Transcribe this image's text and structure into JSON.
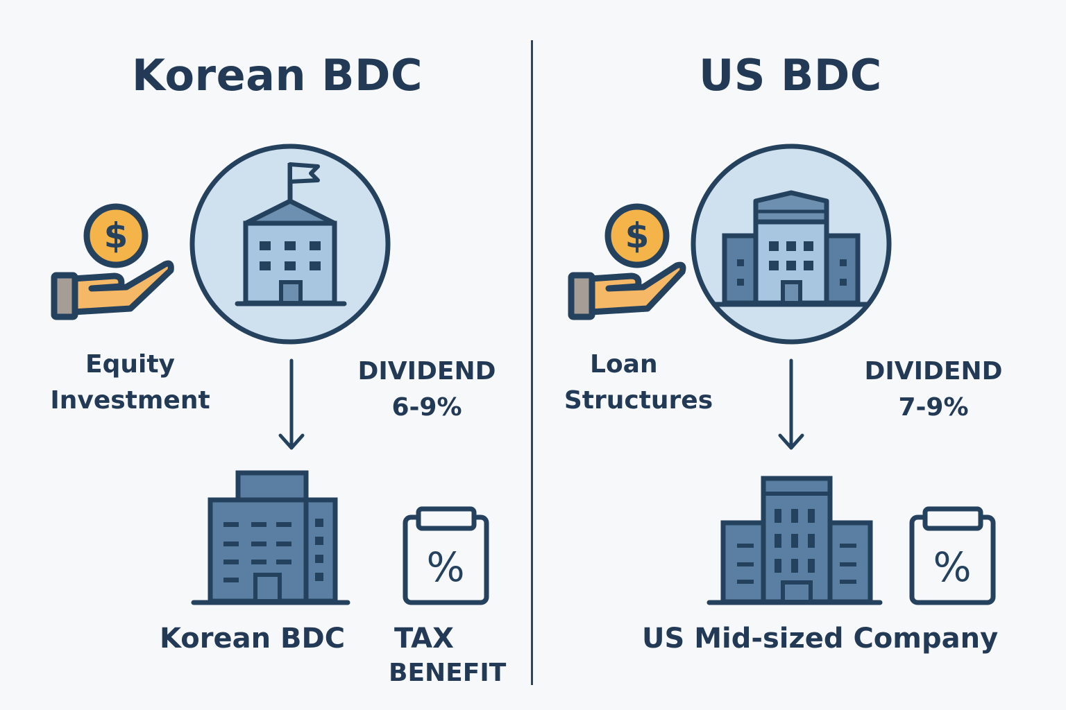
{
  "colors": {
    "background": "#f7f8f9",
    "outline": "#24415e",
    "circle_fill": "#cfe0ee",
    "building_fill": "#5b7fa2",
    "building_light": "#a9c6e0",
    "coin": "#f5b44a",
    "hand": "#f5b867",
    "cuff": "#a69d97"
  },
  "left": {
    "title": "Korean BDC",
    "investment_label_1": "Equity",
    "investment_label_2": "Investment",
    "dividend_label": "DIVIDEND",
    "dividend_value": "6-9%",
    "target_label": "Korean BDC",
    "tax_label_1": "TAX",
    "tax_label_2": "BENEFIT",
    "icons": [
      "hand-coin-icon",
      "government-building-icon",
      "arrow-down-icon",
      "office-building-icon",
      "tax-percent-icon"
    ]
  },
  "right": {
    "title": "US BDC",
    "investment_label_1": "Loan",
    "investment_label_2": "Structures",
    "dividend_label": "DIVIDEND",
    "dividend_value": "7-9%",
    "target_label": "US Mid-sized Company",
    "icons": [
      "hand-coin-icon",
      "corporate-building-icon",
      "arrow-down-icon",
      "office-complex-icon",
      "tax-percent-icon"
    ]
  }
}
